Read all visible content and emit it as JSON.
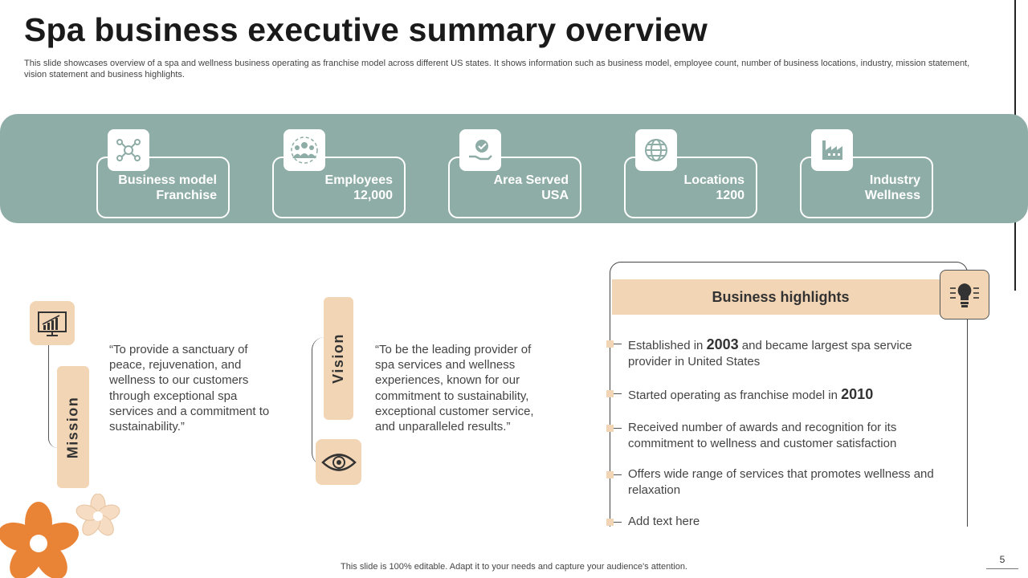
{
  "slide": {
    "title": "Spa business executive summary overview",
    "subtitle": "This slide showcases overview of a spa and wellness business operating as franchise model across different US states. It shows information such as business model, employee count, number of business locations, industry, mission statement, vision statement and business highlights.",
    "footer": "This slide is 100% editable. Adapt it to your needs and capture your audience's attention.",
    "page_number": "5"
  },
  "stats": [
    {
      "label": "Business model",
      "value": "Franchise",
      "icon": "network-icon"
    },
    {
      "label": "Employees",
      "value": "12,000",
      "icon": "team-icon"
    },
    {
      "label": "Area Served",
      "value": "USA",
      "icon": "hand-globe-icon"
    },
    {
      "label": "Locations",
      "value": "1200",
      "icon": "globe-pin-icon"
    },
    {
      "label": "Industry",
      "value": "Wellness",
      "icon": "factory-icon"
    }
  ],
  "mission": {
    "label": "Mission",
    "text": "“To provide a sanctuary of peace, rejuvenation, and wellness to our customers through exceptional spa services and a commitment to sustainability.”",
    "icon": "growth-chart-icon"
  },
  "vision": {
    "label": "Vision",
    "text": "“To be the leading provider of spa services and wellness experiences, known for our commitment to sustainability, exceptional customer service, and unparalleled results.”",
    "icon": "eye-icon"
  },
  "highlights": {
    "title": "Business highlights",
    "icon": "idea-bulb-icon",
    "items": [
      {
        "pre": "Established in ",
        "em": "2003",
        "post": " and became largest spa service provider in United States"
      },
      {
        "pre": "Started operating as franchise model in ",
        "em": "2010",
        "post": ""
      },
      {
        "pre": "Received number of awards and recognition for its commitment to wellness and customer satisfaction",
        "em": "",
        "post": ""
      },
      {
        "pre": "Offers wide range of services that promotes wellness and relaxation",
        "em": "",
        "post": ""
      },
      {
        "pre": "Add text here",
        "em": "",
        "post": ""
      }
    ]
  },
  "colors": {
    "band": "#8fada7",
    "accent": "#f2d5b4",
    "flower_orange": "#e98335",
    "flower_cream": "#f5dcc2"
  }
}
